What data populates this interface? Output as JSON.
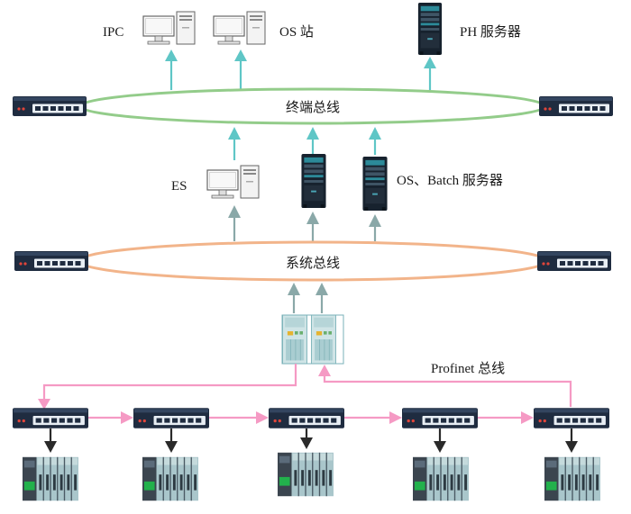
{
  "labels": {
    "ipc": "IPC",
    "os_station": "OS 站",
    "ph_server": "PH 服务器",
    "terminal_bus": "终端总线",
    "es": "ES",
    "os_batch_server": "OS、Batch 服务器",
    "system_bus": "系统总线",
    "profinet_bus": "Profinet 总线"
  },
  "colors": {
    "terminal_bus": "#93cc8a",
    "system_bus": "#f2b48a",
    "profinet": "#f59ac4",
    "arrow_teal": "#5fc6c6",
    "arrow_gray": "#8aa8a8",
    "arrow_black": "#2a2a2a",
    "switch_body": "#1f2c40"
  },
  "icons": {
    "switch": "network-switch-icon",
    "pc": "workstation-pc-icon",
    "server": "server-tower-icon",
    "controller": "plc-controller-icon",
    "io": "io-module-icon"
  }
}
